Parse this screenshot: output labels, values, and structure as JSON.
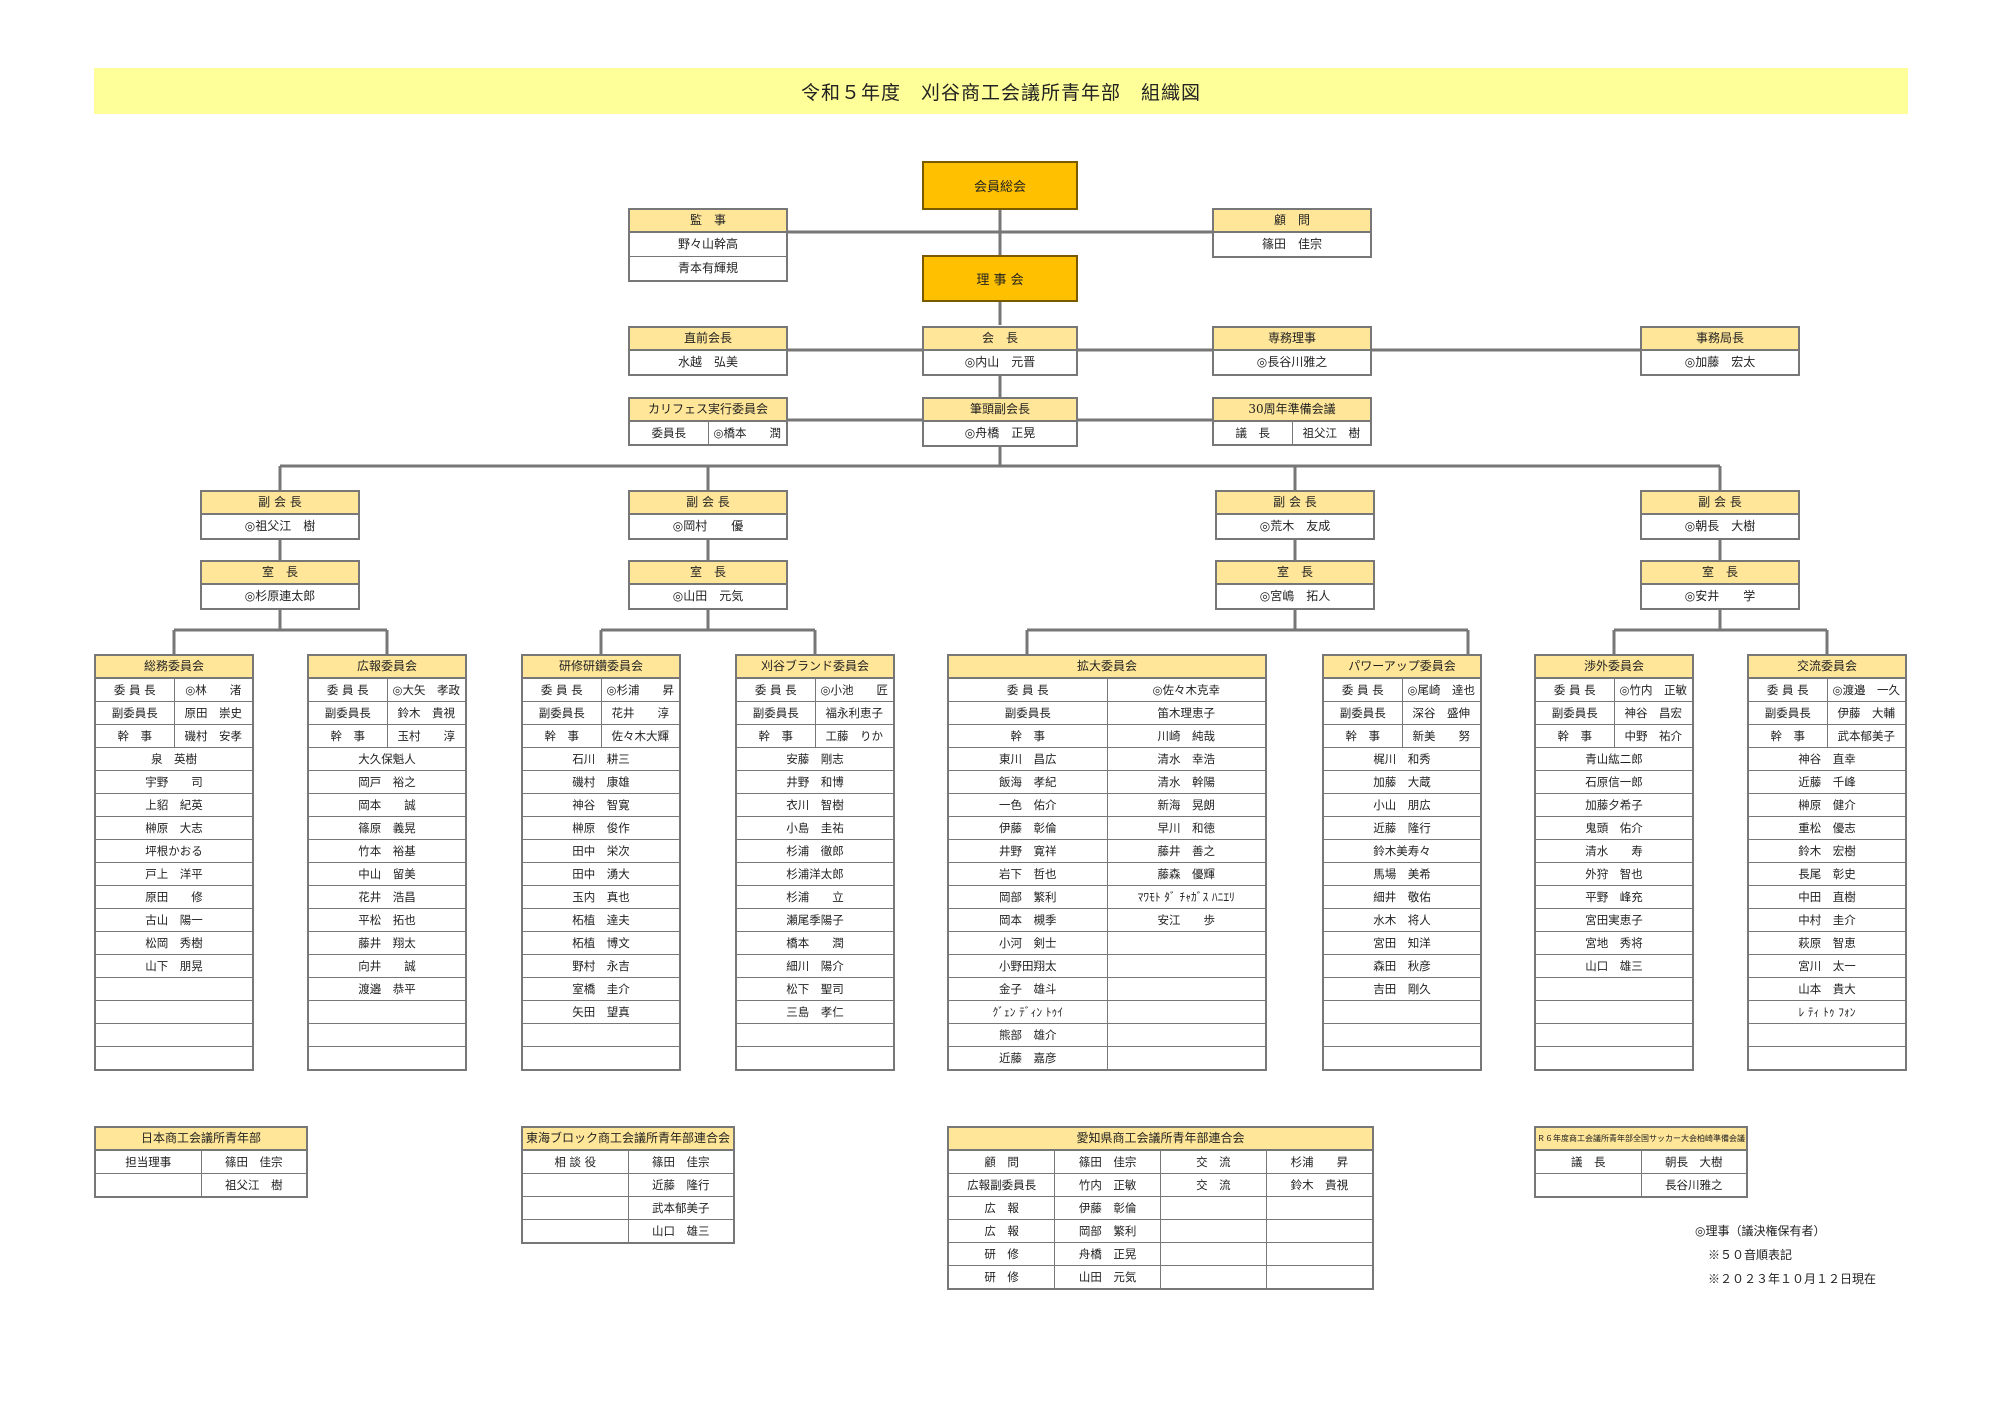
{
  "title": "令和５年度　刈谷商工会議所青年部　組織図",
  "top": {
    "general_meeting": "会員総会",
    "board": "理 事 会",
    "auditor": {
      "title": "監　事",
      "names": [
        "野々山幹高",
        "青本有輝規"
      ]
    },
    "advisor": {
      "title": "顧　問",
      "names": [
        "篠田　佳宗"
      ]
    },
    "past_president": {
      "title": "直前会長",
      "names": [
        "水越　弘美"
      ]
    },
    "president": {
      "title": "会　長",
      "names": [
        "◎内山　元晋"
      ]
    },
    "managing_director": {
      "title": "専務理事",
      "names": [
        "◎長谷川雅之"
      ]
    },
    "secretary_general": {
      "title": "事務局長",
      "names": [
        "◎加藤　宏太"
      ]
    },
    "karifes": {
      "title": "カリフェス実行委員会",
      "role": "委員長",
      "name": "◎橋本　　潤"
    },
    "senior_vp": {
      "title": "筆頭副会長",
      "names": [
        "◎舟橋　正晃"
      ]
    },
    "anniv30": {
      "title": "30周年準備会議",
      "role": "議　長",
      "name": "祖父江　樹"
    }
  },
  "branches": [
    {
      "vp": {
        "title": "副 会 長",
        "name": "◎祖父江　樹"
      },
      "chief": {
        "title": "室　長",
        "name": "◎杉原連太郎"
      }
    },
    {
      "vp": {
        "title": "副 会 長",
        "name": "◎岡村　　優"
      },
      "chief": {
        "title": "室　長",
        "name": "◎山田　元気"
      }
    },
    {
      "vp": {
        "title": "副 会 長",
        "name": "◎荒木　友成"
      },
      "chief": {
        "title": "室　長",
        "name": "◎宮嶋　拓人"
      }
    },
    {
      "vp": {
        "title": "副 会 長",
        "name": "◎朝長　大樹"
      },
      "chief": {
        "title": "室　長",
        "name": "◎安井　　学"
      }
    }
  ],
  "committees": [
    {
      "title": "総務委員会",
      "officers": [
        [
          "委 員 長",
          "◎林　　渚"
        ],
        [
          "副委員長",
          "原田　崇史"
        ],
        [
          "幹　事",
          "磯村　安孝"
        ]
      ],
      "members": [
        "泉　英樹",
        "宇野　　司",
        "上貂　紀英",
        "榊原　大志",
        "坪根かおる",
        "戸上　洋平",
        "原田　　修",
        "古山　陽一",
        "松岡　秀樹",
        "山下　朋晃"
      ]
    },
    {
      "title": "広報委員会",
      "officers": [
        [
          "委 員 長",
          "◎大矢　孝政"
        ],
        [
          "副委員長",
          "鈴木　貴視"
        ],
        [
          "幹　事",
          "玉村　　淳"
        ]
      ],
      "members": [
        "大久保魁人",
        "岡戸　裕之",
        "岡本　　誠",
        "篠原　義晃",
        "竹本　裕基",
        "中山　留美",
        "花井　浩昌",
        "平松　拓也",
        "藤井　翔太",
        "向井　　誠",
        "渡邉　恭平"
      ]
    },
    {
      "title": "研修研鑽委員会",
      "officers": [
        [
          "委 員 長",
          "◎杉浦　　昇"
        ],
        [
          "副委員長",
          "花井　　淳"
        ],
        [
          "幹　事",
          "佐々木大輝"
        ]
      ],
      "members": [
        "石川　耕三",
        "磯村　康雄",
        "神谷　智寛",
        "榊原　俊作",
        "田中　栄次",
        "田中　湧大",
        "玉内　真也",
        "柘植　達夫",
        "柘植　博文",
        "野村　永吉",
        "室橋　圭介",
        "矢田　望真"
      ]
    },
    {
      "title": "刈谷ブランド委員会",
      "officers": [
        [
          "委 員 長",
          "◎小池　　匠"
        ],
        [
          "副委員長",
          "福永利恵子"
        ],
        [
          "幹　事",
          "工藤　りか"
        ]
      ],
      "members": [
        "安藤　剛志",
        "井野　和博",
        "衣川　智樹",
        "小島　圭祐",
        "杉浦　徹郎",
        "杉浦洋太郎",
        "杉浦　　立",
        "瀬尾季陽子",
        "橋本　　潤",
        "細川　陽介",
        "松下　聖司",
        "三島　孝仁"
      ]
    },
    {
      "title": "拡大委員会",
      "officers": [
        [
          "委 員 長",
          "◎佐々木克幸"
        ],
        [
          "副委員長",
          "笛木理恵子"
        ],
        [
          "幹　事",
          "川崎　純哉"
        ]
      ],
      "members_left": [
        "東川　昌広",
        "飯海　孝紀",
        "一色　佑介",
        "伊藤　彰倫",
        "井野　寛祥",
        "岩下　哲也",
        "岡部　繁利",
        "岡本　槻季",
        "小河　剣士",
        "小野田翔太",
        "金子　雄斗",
        "ｸﾞｪﾝ ﾃﾞｨﾝ ﾄｩｲ",
        "熊部　雄介",
        "近藤　嘉彦"
      ],
      "members_right": [
        "清水　幸浩",
        "清水　幹陽",
        "新海　晃朗",
        "早川　和徳",
        "藤井　善之",
        "藤森　優輝",
        "ﾏﾜﾓﾄ ﾀﾞ ﾁｬｶﾞｽ ﾊﾆｴﾘ",
        "安江　　歩"
      ]
    },
    {
      "title": "パワーアップ委員会",
      "officers": [
        [
          "委 員 長",
          "◎尾崎　達也"
        ],
        [
          "副委員長",
          "深谷　盛伸"
        ],
        [
          "幹　事",
          "新美　　努"
        ]
      ],
      "members": [
        "梶川　和秀",
        "加藤　大蔵",
        "小山　朋広",
        "近藤　隆行",
        "鈴木美寿々",
        "馬場　美希",
        "細井　敬佑",
        "水木　将人",
        "宮田　知洋",
        "森田　秋彦",
        "吉田　剛久"
      ]
    },
    {
      "title": "渉外委員会",
      "officers": [
        [
          "委 員 長",
          "◎竹内　正敏"
        ],
        [
          "副委員長",
          "神谷　昌宏"
        ],
        [
          "幹　事",
          "中野　祐介"
        ]
      ],
      "members": [
        "青山紘二郎",
        "石原信一郎",
        "加藤夕希子",
        "鬼頭　佑介",
        "清水　　寿",
        "外狩　智也",
        "平野　峰充",
        "宮田実恵子",
        "宮地　秀将",
        "山口　雄三"
      ]
    },
    {
      "title": "交流委員会",
      "officers": [
        [
          "委 員 長",
          "◎渡邉　一久"
        ],
        [
          "副委員長",
          "伊藤　大輔"
        ],
        [
          "幹　事",
          "武本郁美子"
        ]
      ],
      "members": [
        "神谷　直幸",
        "近藤　千峰",
        "榊原　健介",
        "重松　優志",
        "鈴木　宏樹",
        "長尾　彰史",
        "中田　直樹",
        "中村　圭介",
        "萩原　智恵",
        "宮川　太一",
        "山本　貴大",
        "ﾚ ﾃｨ ﾄｩ ﾌｫﾝ"
      ]
    }
  ],
  "external": {
    "japan": {
      "title": "日本商工会議所青年部",
      "rows": [
        [
          "担当理事",
          "篠田　佳宗"
        ],
        [
          "",
          "祖父江　樹"
        ]
      ]
    },
    "tokai": {
      "title": "東海ブロック商工会議所青年部連合会",
      "rows": [
        [
          "相 談 役",
          "篠田　佳宗"
        ],
        [
          "",
          "近藤　隆行"
        ],
        [
          "",
          "武本郁美子"
        ],
        [
          "",
          "山口　雄三"
        ]
      ]
    },
    "aichi": {
      "title": "愛知県商工会議所青年部連合会",
      "rows": [
        [
          "顧　問",
          "篠田　佳宗",
          "交　流",
          "杉浦　　昇"
        ],
        [
          "広報副委員長",
          "竹内　正敏",
          "交　流",
          "鈴木　貴視"
        ],
        [
          "広　報",
          "伊藤　彰倫",
          "",
          ""
        ],
        [
          "広　報",
          "岡部　繁利",
          "",
          ""
        ],
        [
          "研　修",
          "舟橋　正晃",
          "",
          ""
        ],
        [
          "研　修",
          "山田　元気",
          "",
          ""
        ]
      ]
    },
    "r6": {
      "title": "Ｒ６年度商工会議所青年部全国サッカー大会柏崎準備会議",
      "rows": [
        [
          "議　長",
          "朝長　大樹"
        ],
        [
          "",
          "長谷川雅之"
        ]
      ]
    }
  },
  "notes": [
    "◎理事（議決権保有者）",
    "※５０音順表記",
    "※２０２３年１０月１２日現在"
  ]
}
